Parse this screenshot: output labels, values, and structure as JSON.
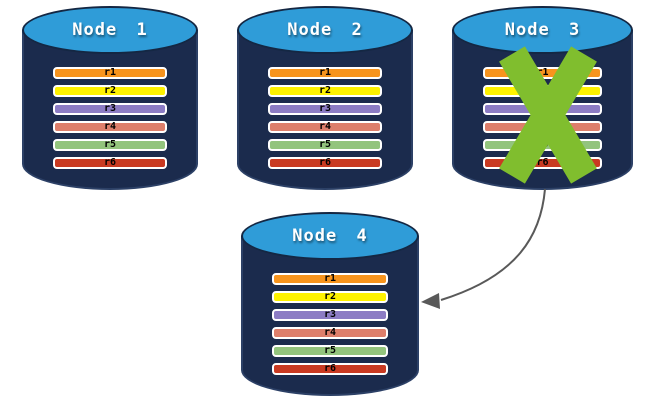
{
  "diagram": {
    "type": "database-replication-failover",
    "background": "#ffffff"
  },
  "colors": {
    "cylinder_body": "#1B2B4D",
    "cylinder_top": "#2F9CD8",
    "cylinder_outline": "#2C4066",
    "row_border": "#FFFFFF",
    "row_text": "#000000",
    "title_text": "#FFFFFF"
  },
  "failure": {
    "mark": "X",
    "color": "#80BE2E",
    "on_node": "Node 3"
  },
  "arrow": {
    "color": "#595959",
    "from": "Node 3",
    "to": "Node 4"
  },
  "nodes": [
    {
      "label": "Node 1",
      "failed": false,
      "rows": [
        {
          "label": "r1",
          "color": "#F7941D"
        },
        {
          "label": "r2",
          "color": "#FEF200"
        },
        {
          "label": "r3",
          "color": "#8C7CC4"
        },
        {
          "label": "r4",
          "color": "#DD7E6B"
        },
        {
          "label": "r5",
          "color": "#93C47D"
        },
        {
          "label": "r6",
          "color": "#C93A22"
        }
      ]
    },
    {
      "label": "Node 2",
      "failed": false,
      "rows": [
        {
          "label": "r1",
          "color": "#F7941D"
        },
        {
          "label": "r2",
          "color": "#FEF200"
        },
        {
          "label": "r3",
          "color": "#8C7CC4"
        },
        {
          "label": "r4",
          "color": "#DD7E6B"
        },
        {
          "label": "r5",
          "color": "#93C47D"
        },
        {
          "label": "r6",
          "color": "#C93A22"
        }
      ]
    },
    {
      "label": "Node 3",
      "failed": true,
      "rows": [
        {
          "label": "r1",
          "color": "#F7941D"
        },
        {
          "label": "r2",
          "color": "#FEF200"
        },
        {
          "label": "r3",
          "color": "#8C7CC4"
        },
        {
          "label": "r4",
          "color": "#DD7E6B"
        },
        {
          "label": "r5",
          "color": "#93C47D"
        },
        {
          "label": "r6",
          "color": "#C93A22"
        }
      ]
    },
    {
      "label": "Node 4",
      "failed": false,
      "rows": [
        {
          "label": "r1",
          "color": "#F7941D"
        },
        {
          "label": "r2",
          "color": "#FEF200"
        },
        {
          "label": "r3",
          "color": "#8C7CC4"
        },
        {
          "label": "r4",
          "color": "#DD7E6B"
        },
        {
          "label": "r5",
          "color": "#93C47D"
        },
        {
          "label": "r6",
          "color": "#C93A22"
        }
      ]
    }
  ]
}
